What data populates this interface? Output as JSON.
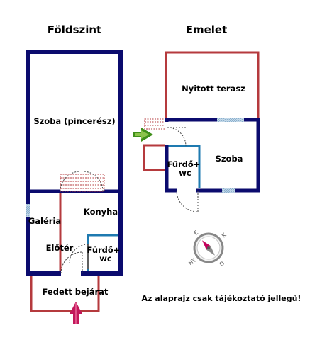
{
  "titles": {
    "ground_floor": "Földszint",
    "upper_floor": "Emelet"
  },
  "rooms": {
    "room_basement": "Szoba (pincerész)",
    "kitchen": "Konyha",
    "gallery": "Galéria",
    "hallway": "Előtér",
    "bathroom_ground_line1": "Fürdő+",
    "bathroom_ground_line2": "wc",
    "covered_entrance": "Fedett bejárat",
    "open_terrace": "Nyitott terasz",
    "room_upper": "Szoba",
    "bathroom_upper_line1": "Fürdő+",
    "bathroom_upper_line2": "wc"
  },
  "note": "Az alaprajz csak tájékoztató jellegű!",
  "compass": {
    "letters": [
      "É",
      "K",
      "D",
      "NY"
    ],
    "needle_colors": [
      "#c5005b",
      "#8a8a8a"
    ]
  },
  "colors": {
    "outer_wall": "#0b0b6e",
    "inner_wall": "#b53a3d",
    "bathroom_wall": "#1e7ab0",
    "window": "#a9c6de",
    "entrance_arrow": "#c2185b",
    "stair_arrow": "#3f8f1a"
  },
  "icons": [
    "compass-icon",
    "entrance-arrow-icon",
    "stairs-arrow-icon"
  ]
}
